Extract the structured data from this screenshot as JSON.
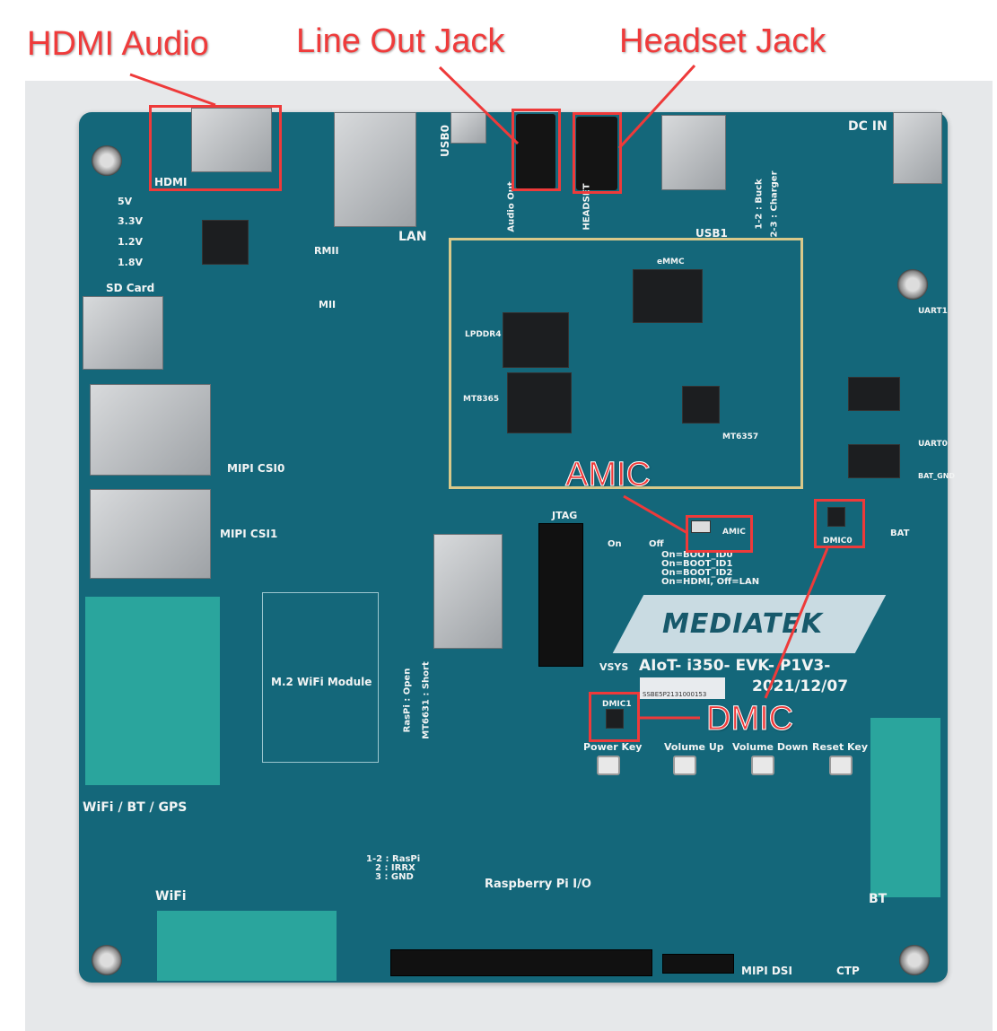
{
  "callouts": {
    "hdmi_audio": "HDMI Audio",
    "line_out": "Line Out Jack",
    "headset": "Headset Jack",
    "amic": "AMIC",
    "dmic": "DMIC"
  },
  "silk": {
    "hdmi": "HDMI",
    "usb0": "USB0",
    "lan": "LAN",
    "dc_in": "DC IN",
    "usb1": "USB1",
    "v5": "5V",
    "v33": "3.3V",
    "v12": "1.2V",
    "v18": "1.8V",
    "sd_card": "SD Card",
    "rmii": "RMII",
    "mii": "MII",
    "emmc": "eMMC",
    "lpddr4": "LPDDR4",
    "mt8365": "MT8365",
    "mt6357": "MT6357",
    "uart1": "UART1",
    "uart0": "UART0",
    "bat_gnd": "BAT_GND",
    "bat": "BAT",
    "csi0": "MIPI CSI0",
    "csi1": "MIPI CSI1",
    "jtag": "JTAG",
    "on": "On",
    "off": "Off",
    "boot0": "On=BOOT_ID0",
    "boot1": "On=BOOT_ID1",
    "boot2": "On=BOOT_ID2",
    "hdmi_lan": "On=HDMI, Off=LAN",
    "brand": "MEDIATEK",
    "model": "AIoT- i350- EVK- P1V3-",
    "date": "2021/12/07",
    "vsys": "VSYS",
    "serial": "SSBE5P2131000153",
    "m2": "M.2 WiFi Module",
    "wifi_bt_gps": "WiFi / BT / GPS",
    "wifi": "WiFi",
    "bt": "BT",
    "power_key": "Power Key",
    "vol_up": "Volume Up",
    "vol_down": "Volume Down",
    "reset_key": "Reset Key",
    "raspi_io": "Raspberry Pi I/O",
    "jp_raspi": "1-2 : RasPi",
    "jp_irrx": "2 : IRRX",
    "jp_gnd": "3 : GND",
    "dsi": "MIPI DSI",
    "ctp": "CTP",
    "amic": "AMIC",
    "dmic0": "DMIC0",
    "dmic1": "DMIC1",
    "audio_out": "Audio Out",
    "headset": "HEADSET",
    "buck": "1-2 : Buck",
    "charger": "2-3 : Charger",
    "raspi_open": "RasPi : Open",
    "mt6631": "MT6631 : Short"
  },
  "colors": {
    "board": "#14677a",
    "callout": "#ee3a3a",
    "antenna": "#2fb5a6"
  }
}
